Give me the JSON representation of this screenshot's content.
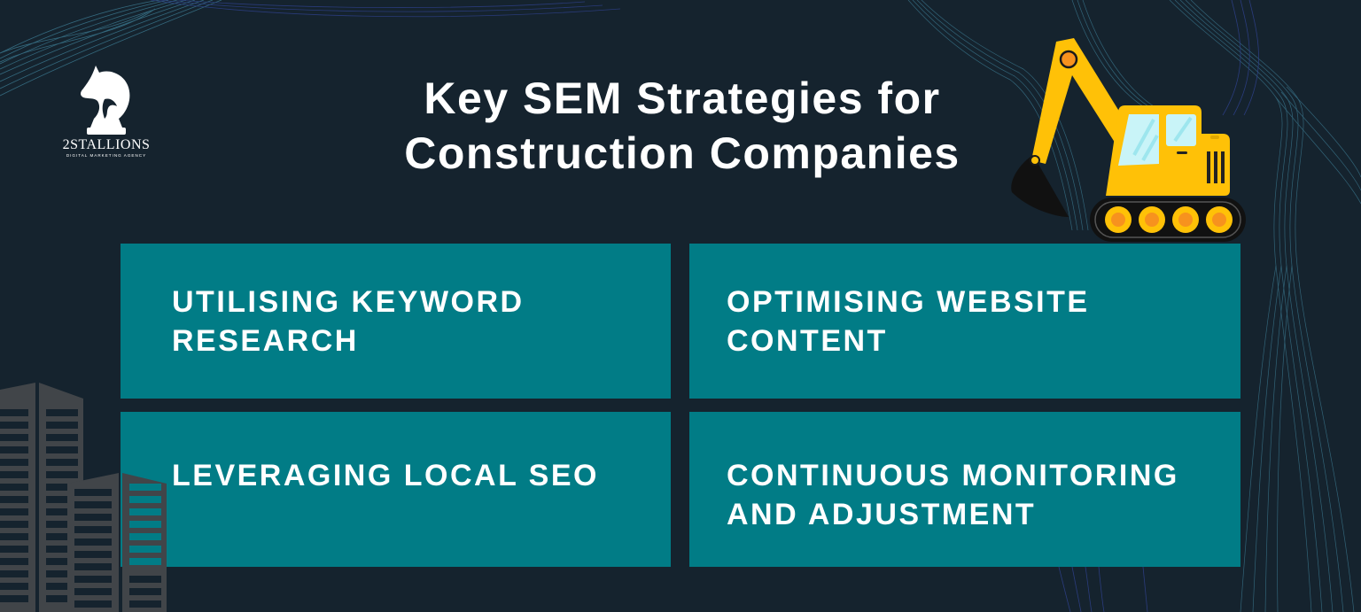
{
  "brand": {
    "name": "2STALLIONS",
    "tagline": "DIGITAL MARKETING AGENCY",
    "logo_icon": "horse-chess-knight-icon"
  },
  "title": {
    "line1": "Key SEM Strategies for",
    "line2": "Construction Companies"
  },
  "strategies": [
    {
      "label": "UTILISING KEYWORD RESEARCH"
    },
    {
      "label": "OPTIMISING WEBSITE CONTENT"
    },
    {
      "label": "LEVERAGING LOCAL SEO"
    },
    {
      "label": "CONTINUOUS MONITORING AND ADJUSTMENT"
    }
  ],
  "illustrations": {
    "top_right": "excavator-icon",
    "bottom_left": "city-buildings-icon",
    "background": "wave-lines-pattern"
  },
  "colors": {
    "background": "#15232e",
    "card": "#017c86",
    "text": "#ffffff",
    "excavator_yellow": "#ffc107",
    "excavator_orange": "#f7921e",
    "building_gray": "#414549",
    "wave_teal": "#3e7f97",
    "wave_blue": "#2d3f86"
  }
}
